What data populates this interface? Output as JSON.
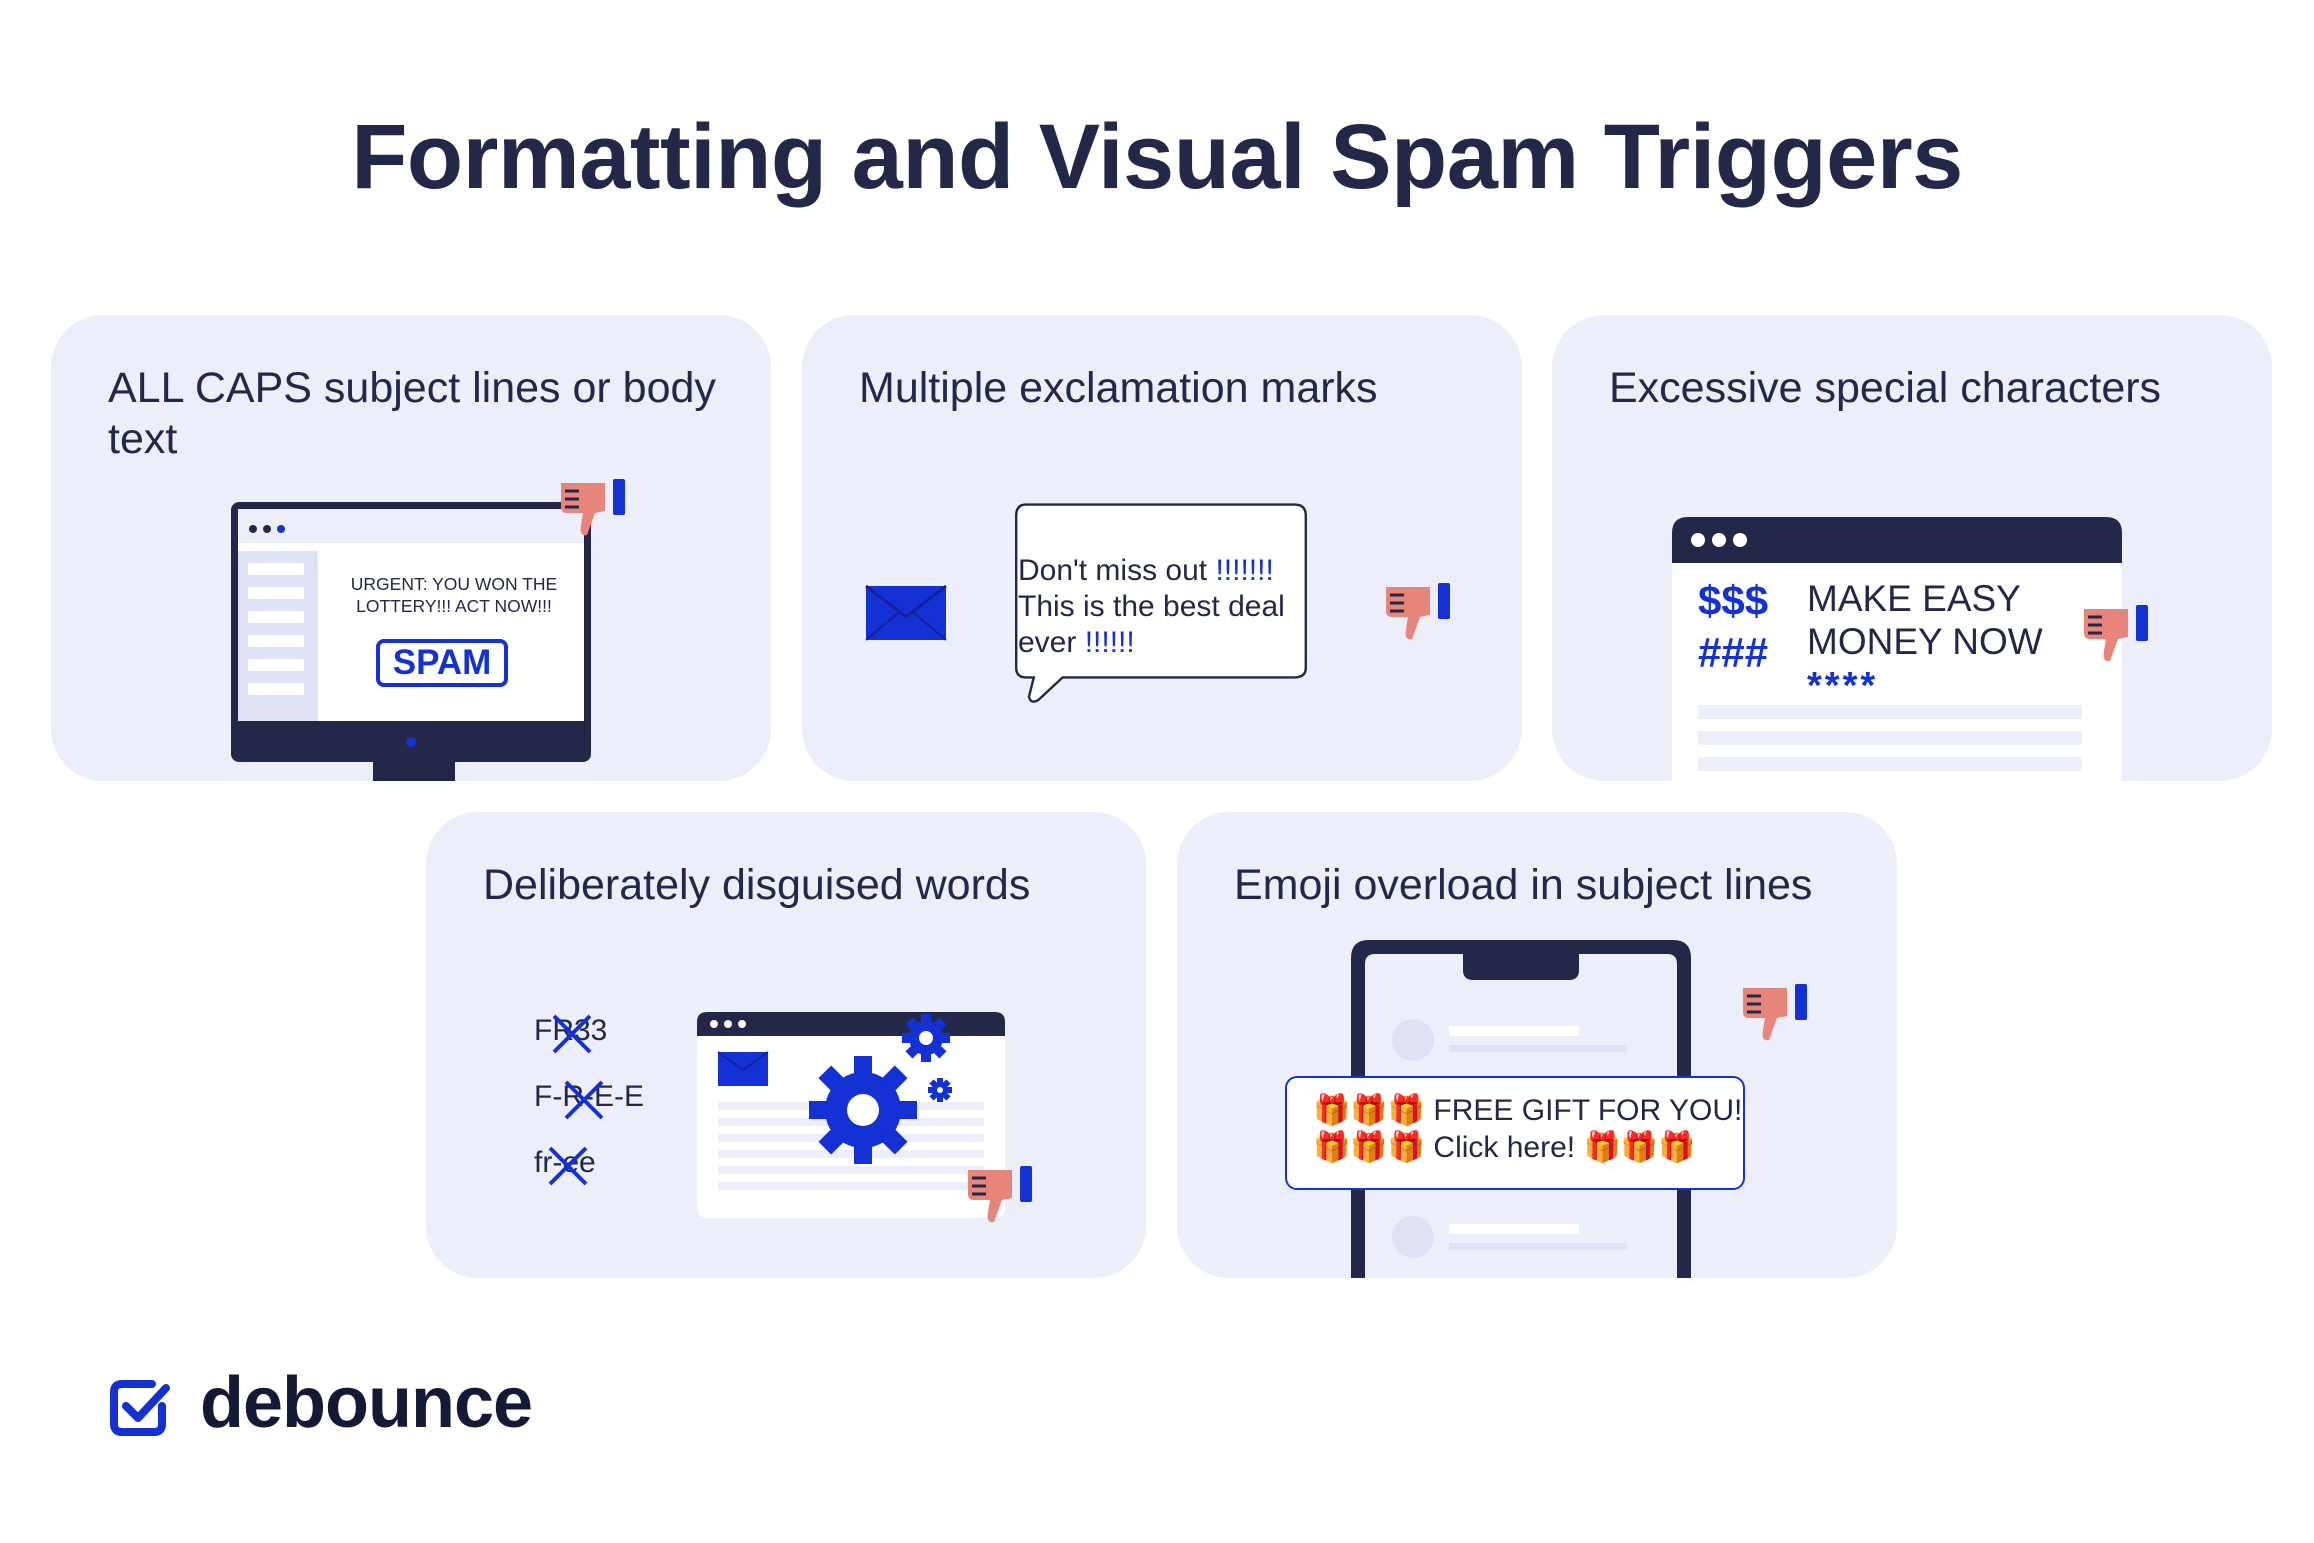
{
  "title": "Formatting and Visual Spam Triggers",
  "colors": {
    "accent": "#1431d6",
    "navy": "#232849",
    "card_bg": "#eceefa",
    "thumb": "#e8857a"
  },
  "cards": [
    {
      "title": "ALL CAPS subject lines or body text",
      "screen_text": "URGENT: YOU WON THE LOTTERY!!! ACT NOW!!!",
      "badge": "SPAM",
      "icons": [
        "monitor-icon",
        "thumbs-down-icon"
      ]
    },
    {
      "title": "Multiple exclamation marks",
      "bubble_line1": "Don't miss out ",
      "bubble_line1_marks": "!!!!!!!",
      "bubble_line2": "This is the best deal",
      "bubble_line3": "ever ",
      "bubble_line3_marks": "!!!!!!",
      "icons": [
        "envelope-icon",
        "speech-bubble-icon",
        "thumbs-down-icon"
      ]
    },
    {
      "title": "Excessive special characters",
      "symbols_1": "$$$",
      "symbols_2": "###",
      "text_line1": "MAKE EASY",
      "text_line2": "MONEY NOW",
      "symbols_3": "****",
      "icons": [
        "browser-window-icon",
        "thumbs-down-icon"
      ]
    },
    {
      "title": "Deliberately disguised words",
      "words": [
        "FR33",
        "F-R-E-E",
        "fr-ee"
      ],
      "icons": [
        "cross-icon",
        "browser-window-icon",
        "gear-icon",
        "envelope-icon",
        "thumbs-down-icon"
      ]
    },
    {
      "title": "Emoji overload in subject lines",
      "notification_line1_emoji": "🎁🎁🎁",
      "notification_line1": " FREE GIFT FOR YOU!",
      "notification_line2_emoji": "🎁🎁🎁",
      "notification_line2": " Click here! ",
      "notification_line2_emoji_end": "🎁🎁🎁",
      "icons": [
        "phone-icon",
        "gift-icon",
        "thumbs-down-icon"
      ]
    }
  ],
  "brand": {
    "name": "debounce",
    "icon": "checkmark-logo-icon"
  }
}
